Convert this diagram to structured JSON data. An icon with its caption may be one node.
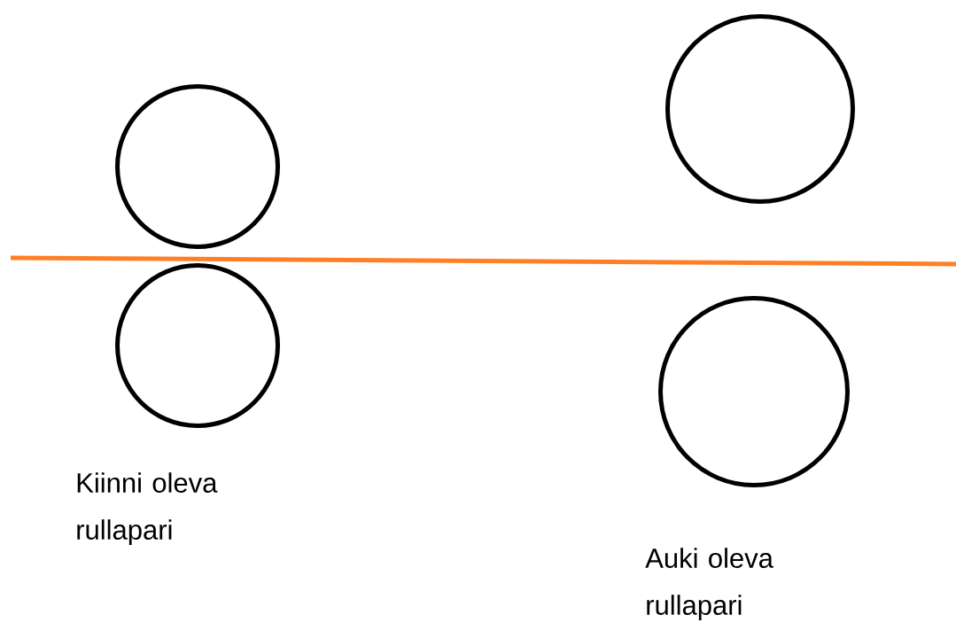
{
  "diagram": {
    "nodes": [
      {
        "text": [],
        "shape": "circle"
      },
      {
        "text": [],
        "shape": "circle"
      },
      {
        "text": [],
        "shape": "circle"
      },
      {
        "text": [],
        "shape": "circle"
      }
    ],
    "labels": [
      "Kiinni oleva rullapari",
      "Auki oleva rullapari"
    ]
  }
}
